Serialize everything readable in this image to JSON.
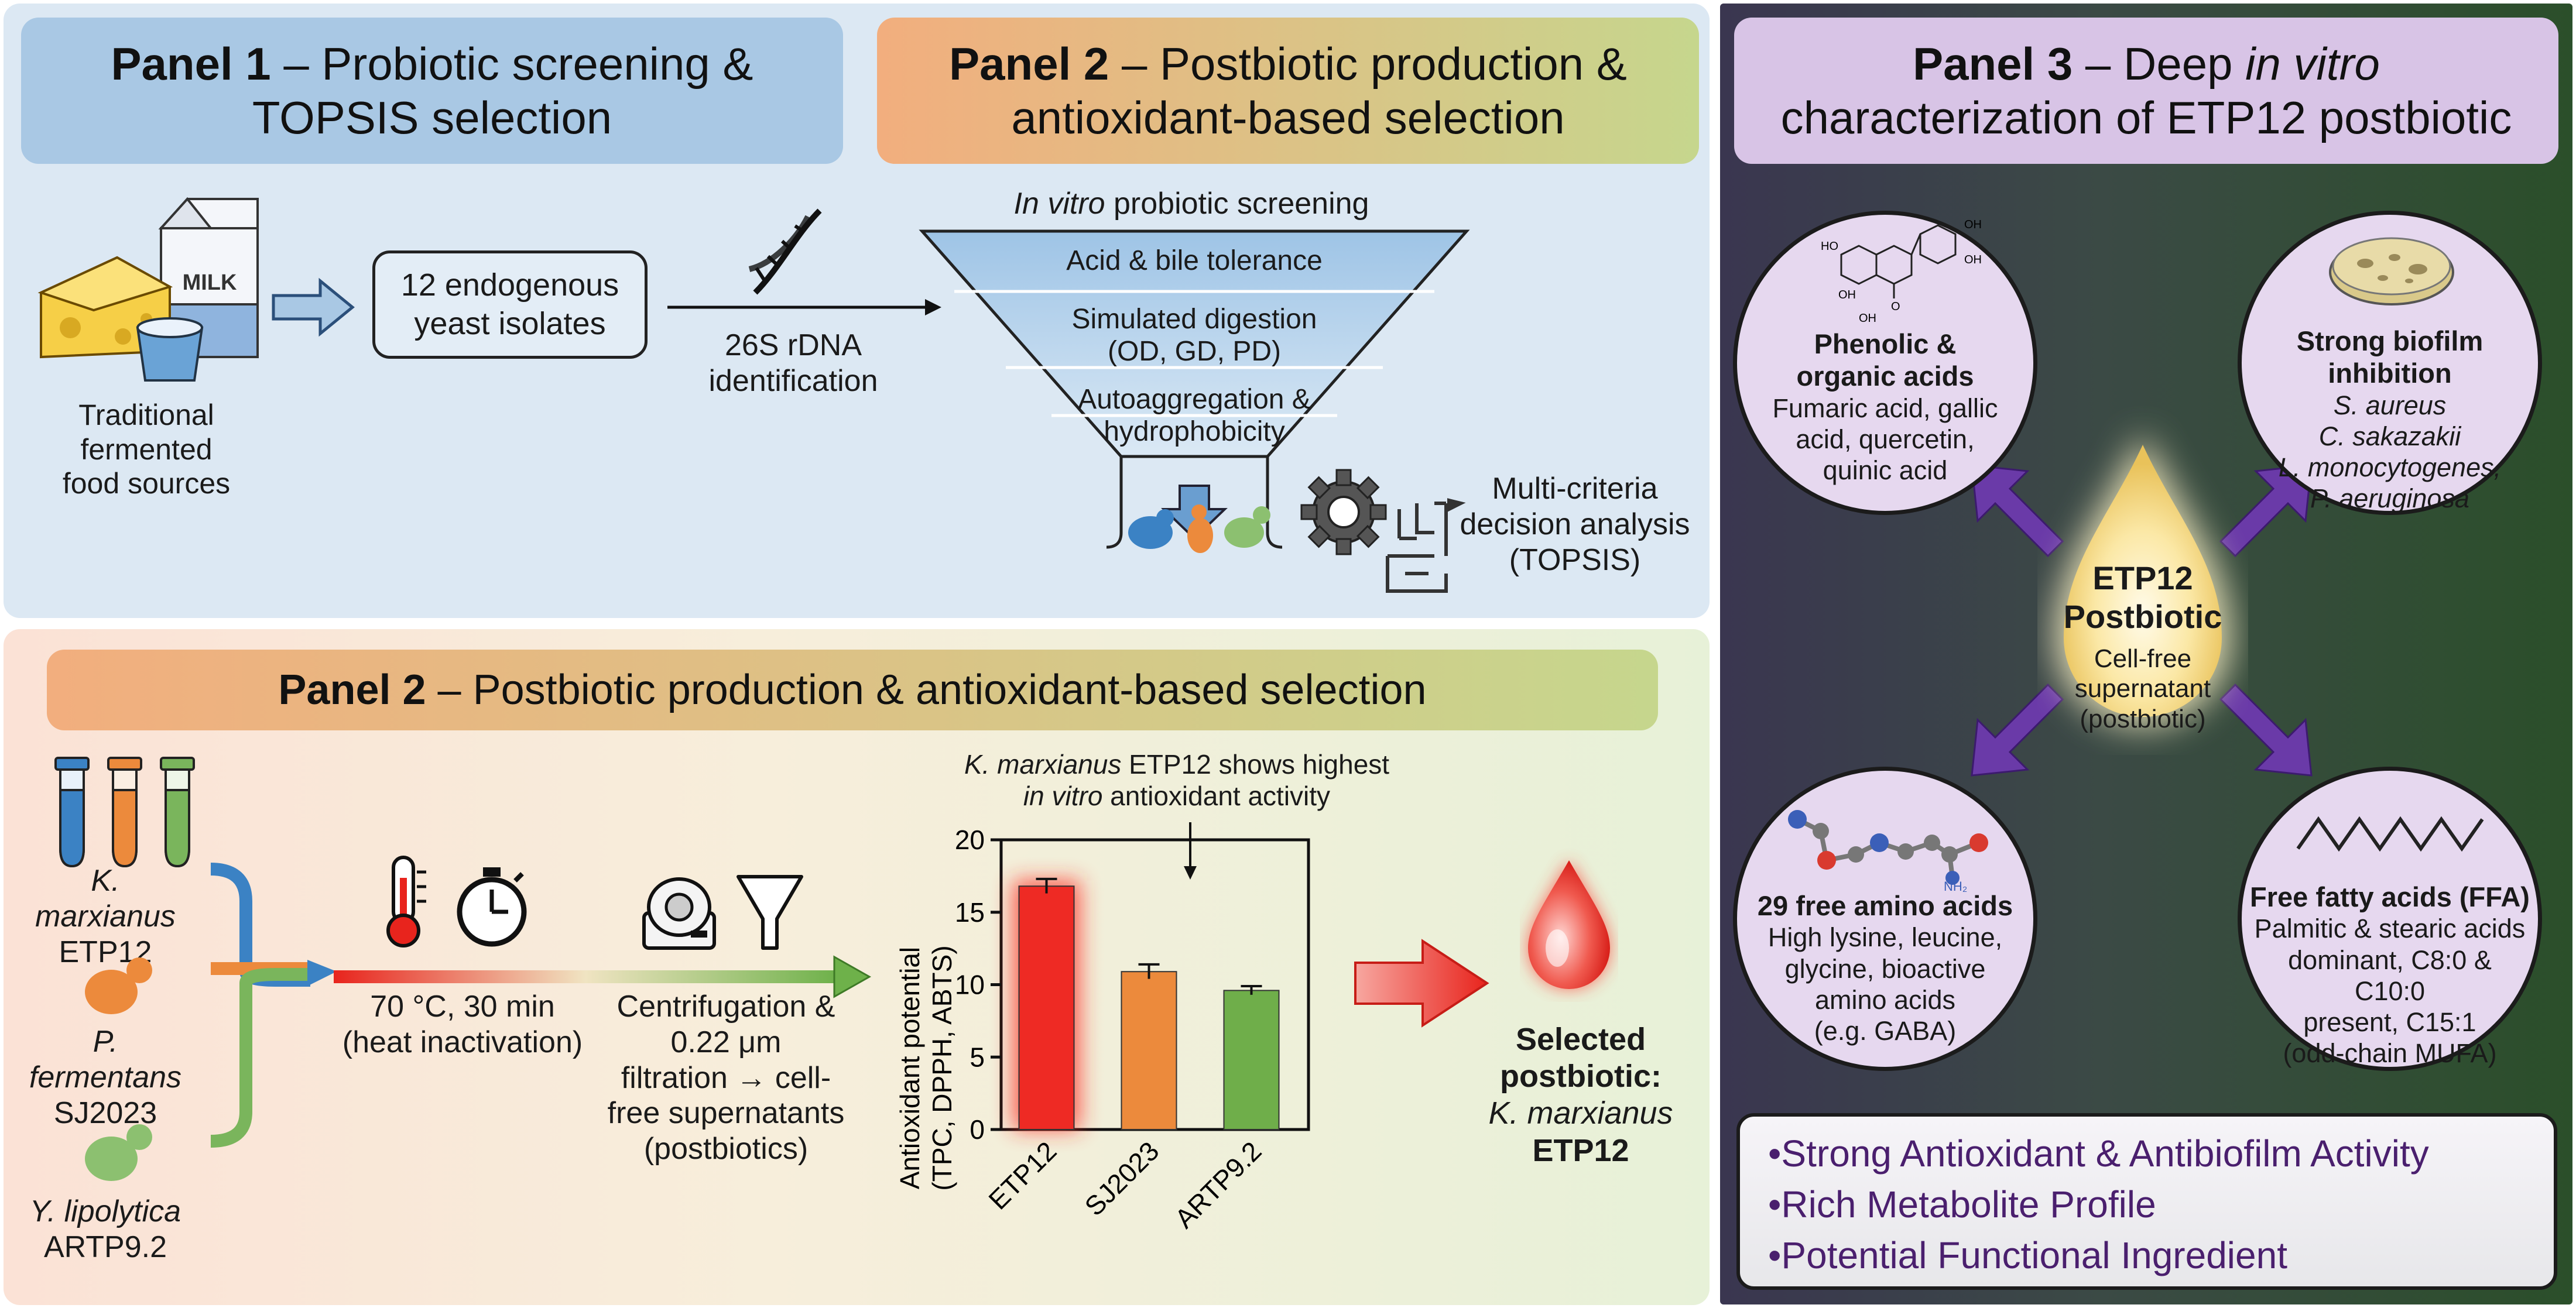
{
  "panel1": {
    "heading_num": "Panel 1",
    "heading_rest": " – Probiotic screening &",
    "heading_line2": "TOPSIS selection",
    "sources_label": [
      "Traditional",
      "fermented",
      "food sources"
    ],
    "milk_label": "MILK",
    "isolates_label": [
      "12 endogenous",
      "yeast isolates"
    ],
    "identification_label": [
      "26S rDNA",
      "identification"
    ]
  },
  "panel2_top": {
    "heading_num": "Panel 2",
    "heading_rest": " – Postbiotic production &",
    "heading_line2": "antioxidant-based selection",
    "funnel_title_italic": "In vitro",
    "funnel_title_rest": " probiotic screening",
    "funnel_steps": [
      "Acid & bile tolerance",
      "Simulated digestion",
      "(OD, GD, PD)",
      "Autoaggregation &",
      "hydrophobicity"
    ],
    "mcda_label": [
      "Multi-criteria",
      "decision analysis",
      "(TOPSIS)"
    ]
  },
  "panel2_bottom": {
    "heading_num": "Panel 2",
    "heading_rest": " – Postbiotic production & antioxidant-based selection",
    "strains": [
      {
        "species": "K. marxianus",
        "code": "ETP12",
        "color": "#3b82c4"
      },
      {
        "species": "P. fermentans",
        "code": "SJ2023",
        "color": "#ec8a3c"
      },
      {
        "species": "Y. lipolytica",
        "code": "ARTP9.2",
        "color": "#7ab55c"
      }
    ],
    "heat_label": [
      "70 °C, 30 min",
      "(heat inactivation)"
    ],
    "centrifuge_label": [
      "Centrifugation &",
      "0.22 μm",
      "filtration → cell-",
      "free supernatants",
      "(postbiotics)"
    ],
    "annotation_italic1": "K. marxianus",
    "annotation_rest1": " ETP12 shows highest",
    "annotation_italic2": "in vitro",
    "annotation_rest2": " antioxidant activity",
    "selected_label": [
      "Selected",
      "postbiotic:"
    ],
    "selected_species": "K. marxianus",
    "selected_code": "ETP12"
  },
  "chart_data": {
    "type": "bar",
    "categories": [
      "ETP12",
      "SJ2023",
      "ARTP9.2"
    ],
    "values": [
      16.8,
      10.9,
      9.6
    ],
    "errors": [
      0.5,
      0.5,
      0.3
    ],
    "colors": [
      "#ee2a24",
      "#ec8a3c",
      "#6fae4a"
    ],
    "ylabel_line1": "Antioxidant potential",
    "ylabel_line2": "(TPC, DPPH, ABTS)",
    "ylim": [
      0,
      20
    ],
    "yticks": [
      "0",
      "5",
      "10",
      "15",
      "20"
    ],
    "ytick_values": [
      0,
      5,
      10,
      15,
      20
    ]
  },
  "panel3": {
    "heading_num": "Panel 3",
    "heading_rest": " – Deep ",
    "heading_italic": "in vitro",
    "heading_line2": "characterization of ETP12 postbiotic",
    "center_title": [
      "ETP12",
      "Postbiotic"
    ],
    "center_sub": [
      "Cell-free",
      "supernatant",
      "(postbiotic)"
    ],
    "phenolic": {
      "title": [
        "Phenolic &",
        "organic acids"
      ],
      "body": [
        "Fumaric acid, gallic",
        "acid, quercetin,",
        "quinic acid"
      ]
    },
    "biofilm": {
      "title": "Strong biofilm inhibition",
      "body": [
        "S. aureus",
        "C. sakazakii",
        "L. monocytogenes,",
        "P. aeruginosa"
      ]
    },
    "amino": {
      "title": "29 free amino acids",
      "body": [
        "High lysine, leucine,",
        "glycine, bioactive",
        "amino acids",
        "(e.g. GABA)"
      ]
    },
    "ffa": {
      "title": "Free fatty acids (FFA)",
      "body": [
        "Palmitic & stearic acids",
        "dominant, C8:0 & C10:0",
        "present, C15:1",
        "(odd-chain MUFA)"
      ]
    },
    "summary": [
      "•Strong Antioxidant & Antibiofilm Activity",
      "•Rich Metabolite Profile",
      "•Potential Functional Ingredient"
    ],
    "molecule_labels": [
      "HO",
      "OH",
      "OH",
      "OH",
      "O",
      "OH"
    ],
    "amino_molecule_label": "NH₂"
  }
}
